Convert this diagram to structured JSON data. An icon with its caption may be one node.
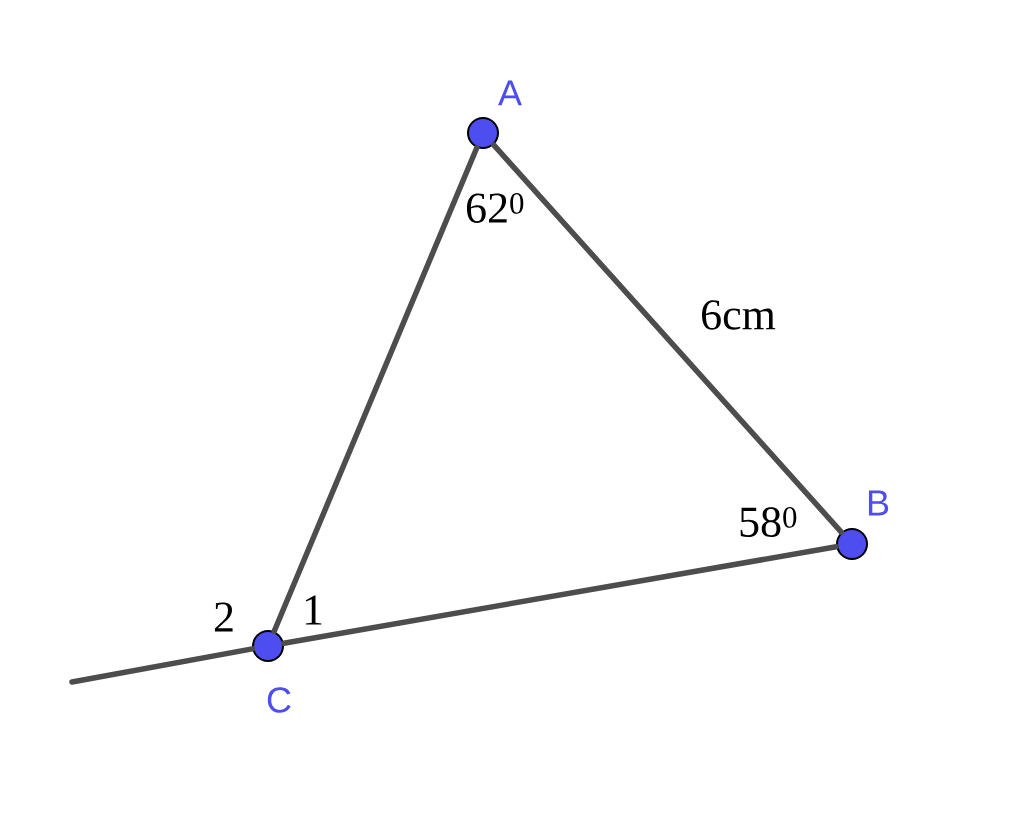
{
  "diagram": {
    "nodes": [
      {
        "text": [],
        "shape": "circle",
        "beside": [
          "A"
        ]
      },
      {
        "text": [],
        "shape": "circle",
        "beside": [
          "B"
        ]
      },
      {
        "text": [],
        "shape": "circle",
        "beside": [
          "C"
        ]
      }
    ],
    "edges": [
      {
        "from": 0,
        "to": 1,
        "arrow": "none",
        "label": "6cm"
      },
      {
        "from": 0,
        "to": 2,
        "arrow": "none"
      },
      {
        "from": 2,
        "to": 1,
        "arrow": "none"
      },
      {
        "from": 2,
        "to": null,
        "arrow": "none"
      }
    ],
    "labels": [
      "62$^{0}$",
      "58$^{0}$",
      "2",
      "1"
    ]
  }
}
